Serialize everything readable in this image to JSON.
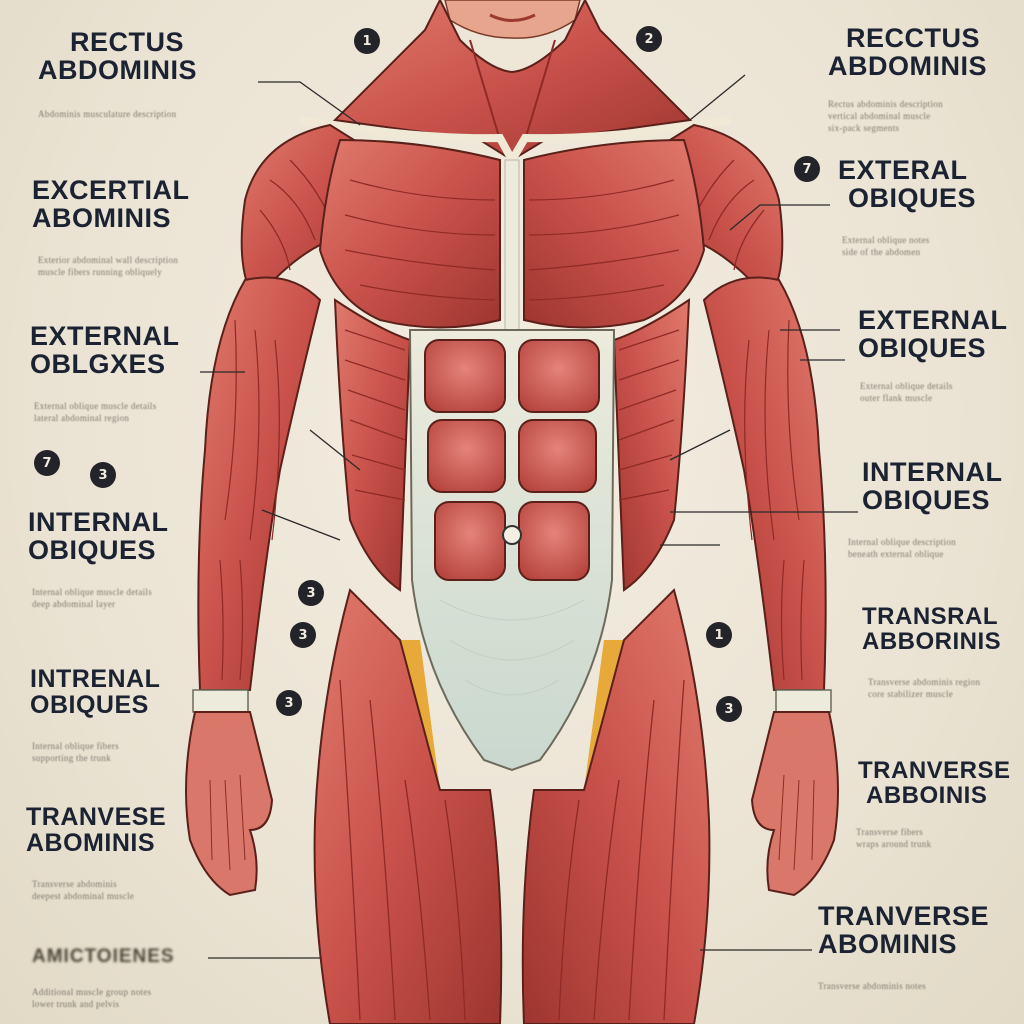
{
  "labels": {
    "left": [
      {
        "line1": "RECTUS",
        "line2": "ABDOMINIS",
        "sub1": "Abdominis musculature description",
        "sub2": ""
      },
      {
        "line1": "EXCERTIAL",
        "line2": "ABOMINIS",
        "sub1": "Exterior abdominal wall description",
        "sub2": "muscle fibers running obliquely"
      },
      {
        "line1": "EXTERNAL",
        "line2": "OBLGXES",
        "sub1": "External oblique muscle details",
        "sub2": "lateral abdominal region"
      },
      {
        "line1": "INTERNAL",
        "line2": "OBIQUES",
        "sub1": "Internal oblique muscle details",
        "sub2": "deep abdominal layer"
      },
      {
        "line1": "INTRENAL",
        "line2": "OBIQUES",
        "sub1": "Internal oblique fibers",
        "sub2": "supporting the trunk"
      },
      {
        "line1": "TRANVESE",
        "line2": "ABOMINIS",
        "sub1": "Transverse abdominis",
        "sub2": "deepest abdominal muscle"
      },
      {
        "line1": "AMICTOIENES",
        "line2": "",
        "sub1": "Additional muscle group notes",
        "sub2": "lower trunk and pelvis"
      }
    ],
    "right": [
      {
        "line1": "RECCTUS",
        "line2": "ABDOMINIS",
        "sub1": "Rectus abdominis description",
        "sub2": "vertical abdominal muscle",
        "sub3": "six-pack segments"
      },
      {
        "line1": "EXTERAL",
        "line2": "OBIQUES",
        "sub1": "External oblique notes",
        "sub2": "side of the abdomen"
      },
      {
        "line1": "EXTERNAL",
        "line2": "OBIQUES",
        "sub1": "External oblique details",
        "sub2": "outer flank muscle"
      },
      {
        "line1": "INTERNAL",
        "line2": "OBIQUES",
        "sub1": "Internal oblique description",
        "sub2": "beneath external oblique"
      },
      {
        "line1": "TRANSRAL",
        "line2": "ABBORINIS",
        "sub1": "Transverse abdominis region",
        "sub2": "core stabilizer muscle"
      },
      {
        "line1": "TRANVERSE",
        "line2": "ABBOINIS",
        "sub1": "Transverse fibers",
        "sub2": "wraps around trunk"
      },
      {
        "line1": "TRANVERSE",
        "line2": "ABOMINIS",
        "sub1": "Transverse abdominis notes",
        "sub2": ""
      }
    ]
  },
  "markers": [
    "1",
    "2",
    "7",
    "7",
    "3",
    "3",
    "3",
    "1",
    "3"
  ],
  "colors": {
    "muscle": "#c9524b",
    "muscle_dark": "#8f2a26",
    "muscle_light": "#e0756a",
    "tendon": "#e8e6d6",
    "fat": "#e6a93a",
    "ink": "#1b2333"
  }
}
